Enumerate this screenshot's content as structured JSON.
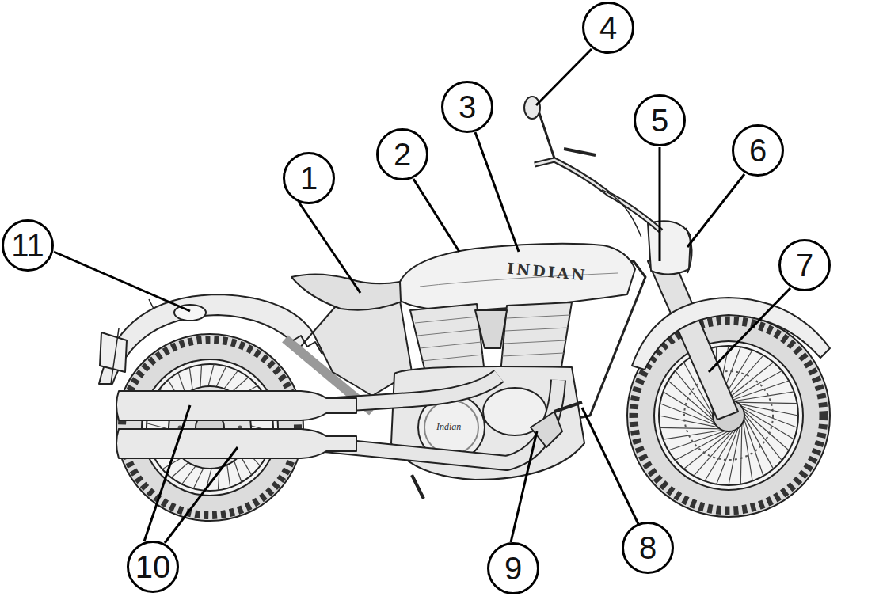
{
  "diagram": {
    "nodes": [
      {
        "text": [
          "1"
        ]
      },
      {
        "text": [
          "2"
        ]
      },
      {
        "text": [
          "3"
        ]
      },
      {
        "text": [
          "4"
        ]
      },
      {
        "text": [
          "5"
        ]
      },
      {
        "text": [
          "6"
        ]
      },
      {
        "text": [
          "7"
        ]
      },
      {
        "text": [
          "8"
        ]
      },
      {
        "text": [
          "9"
        ]
      },
      {
        "text": [
          "10"
        ]
      },
      {
        "text": [
          "11"
        ]
      }
    ],
    "labels": [
      "INDIAN",
      "Indian"
    ]
  }
}
